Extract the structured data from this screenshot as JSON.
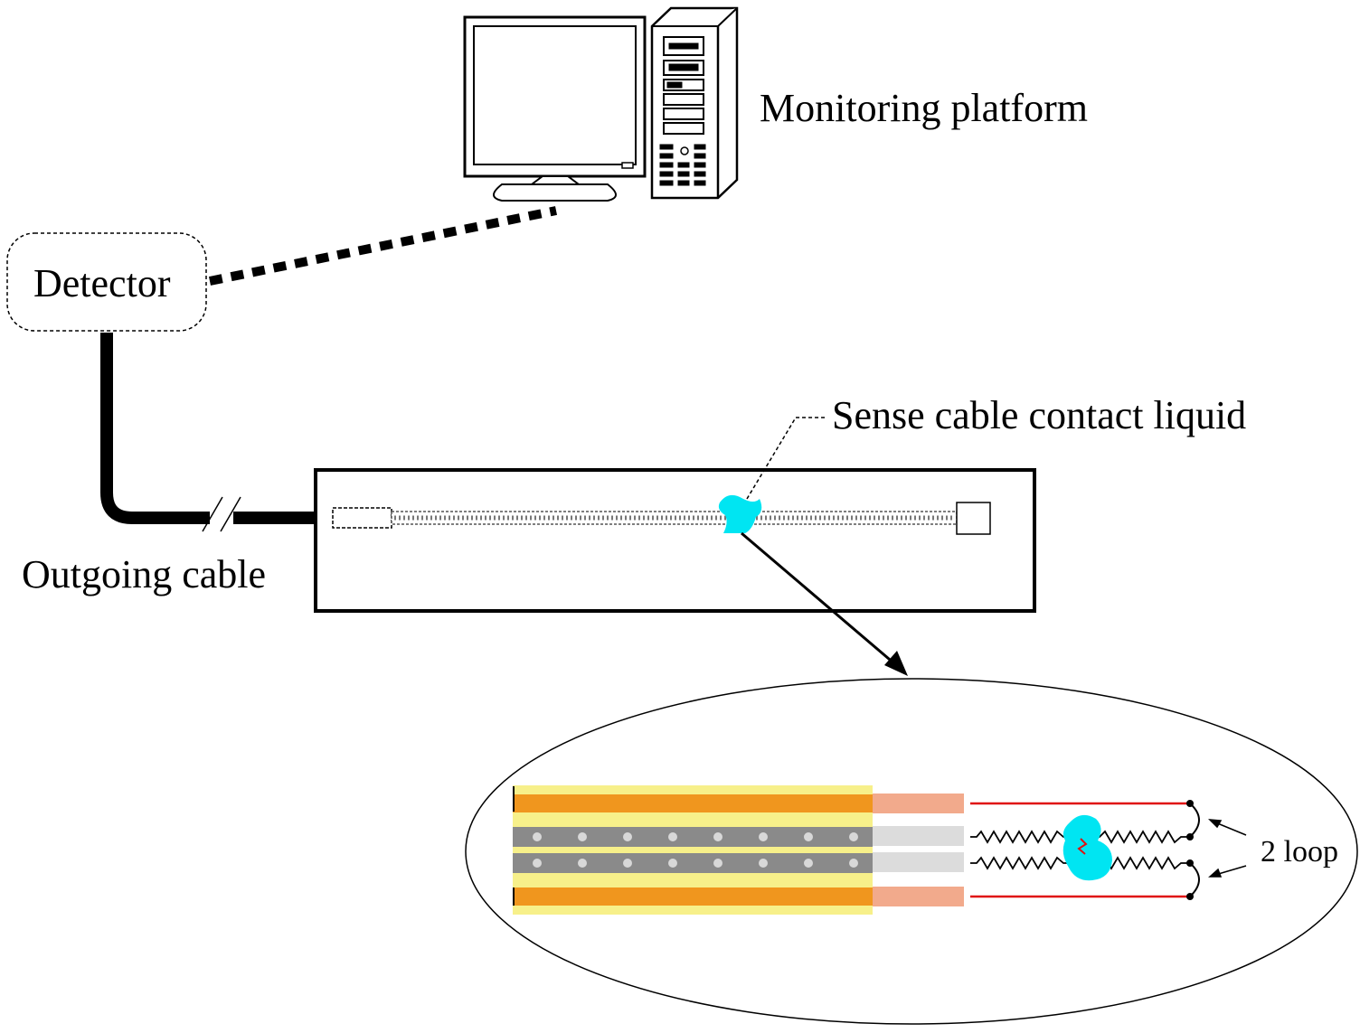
{
  "labels": {
    "monitoring_platform": "Monitoring platform",
    "detector": "Detector",
    "sense_cable": "Sense cable contact liquid",
    "outgoing_cable": "Outgoing cable",
    "loop": "2 loop"
  },
  "colors": {
    "liquid": "#00e5f2",
    "orange_conductor": "#f0961e",
    "yellow_jacket": "#f7f08a",
    "grey_core": "#8a8a8a",
    "salmon_end": "#f2aa8c",
    "light_grey_end": "#dcdcdc",
    "red_wire": "#e01010"
  },
  "icons": [
    "computer-monitor-icon",
    "computer-tower-icon",
    "liquid-drop-icon"
  ]
}
